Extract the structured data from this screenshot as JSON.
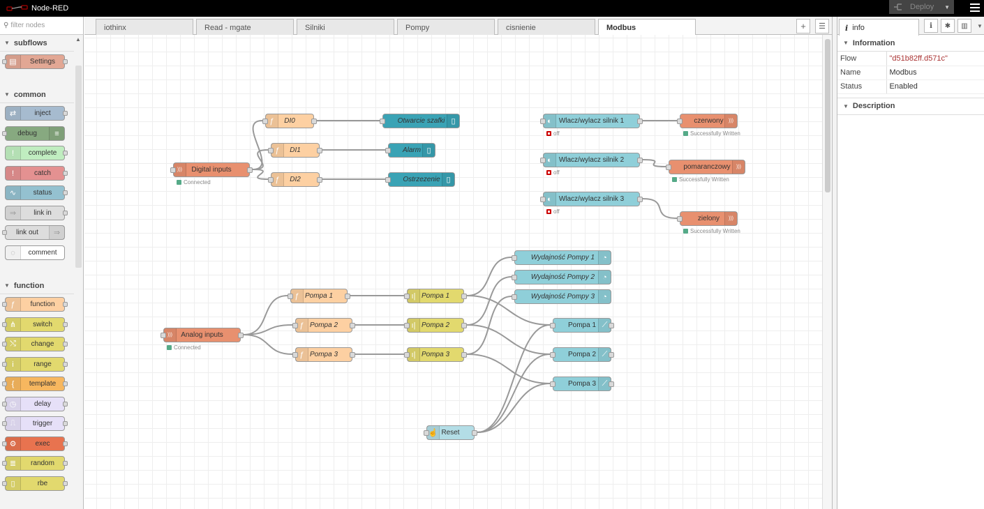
{
  "header": {
    "app_title": "Node-RED",
    "deploy_label": "Deploy"
  },
  "palette": {
    "filter_placeholder": "filter nodes",
    "categories": [
      {
        "name": "subflows",
        "nodes": [
          {
            "label": "Settings",
            "color": "#e2a794",
            "icon": "subflow-icon"
          }
        ]
      },
      {
        "name": "common",
        "nodes": [
          {
            "label": "inject",
            "color": "#a6bbcf",
            "icon": "inject-icon"
          },
          {
            "label": "debug",
            "color": "#87a980",
            "icon": "debug-icon"
          },
          {
            "label": "complete",
            "color": "#c0edc0",
            "icon": "complete-icon"
          },
          {
            "label": "catch",
            "color": "#e49191",
            "icon": "catch-icon"
          },
          {
            "label": "status",
            "color": "#94c1d0",
            "icon": "status-icon"
          },
          {
            "label": "link in",
            "color": "#dddddd",
            "icon": "link-in-icon"
          },
          {
            "label": "link out",
            "color": "#dddddd",
            "icon": "link-out-icon"
          },
          {
            "label": "comment",
            "color": "#ffffff",
            "icon": "comment-icon"
          }
        ]
      },
      {
        "name": "function",
        "nodes": [
          {
            "label": "function",
            "color": "#fdd0a2",
            "icon": "function-icon"
          },
          {
            "label": "switch",
            "color": "#e2d96e",
            "icon": "switch-icon"
          },
          {
            "label": "change",
            "color": "#e2d96e",
            "icon": "change-icon"
          },
          {
            "label": "range",
            "color": "#e2d96e",
            "icon": "range-icon"
          },
          {
            "label": "template",
            "color": "#f7b75f",
            "icon": "template-icon"
          },
          {
            "label": "delay",
            "color": "#e6e0f8",
            "icon": "delay-icon"
          },
          {
            "label": "trigger",
            "color": "#e6e0f8",
            "icon": "trigger-icon"
          },
          {
            "label": "exec",
            "color": "#e8734f",
            "icon": "exec-icon"
          },
          {
            "label": "random",
            "color": "#e2d96e",
            "icon": "random-icon"
          },
          {
            "label": "rbe",
            "color": "#e2d96e",
            "icon": "rbe-icon"
          }
        ]
      }
    ]
  },
  "tabs": [
    {
      "label": "iothinx",
      "active": false
    },
    {
      "label": "Read - mgate",
      "active": false
    },
    {
      "label": "Silniki",
      "active": false
    },
    {
      "label": "Pompy",
      "active": false
    },
    {
      "label": "cisnienie",
      "active": false
    },
    {
      "label": "Modbus",
      "active": true
    }
  ],
  "flow": {
    "nodes": {
      "digital_inputs": {
        "label": "Digital inputs",
        "status": "Connected"
      },
      "di0": {
        "label": "DI0"
      },
      "di1": {
        "label": "DI1"
      },
      "di2": {
        "label": "DI2"
      },
      "otwarcie": {
        "label": "Otwarcie szafki"
      },
      "alarm": {
        "label": "Alarm"
      },
      "ostrzezenie": {
        "label": "Ostrzezenie"
      },
      "sw1": {
        "label": "Wlacz/wylacz silnik 1",
        "status": "off"
      },
      "sw2": {
        "label": "Wlacz/wylacz silnik 2",
        "status": "off"
      },
      "sw3": {
        "label": "Wlacz/wylacz silnik 3",
        "status": "off"
      },
      "czerwony": {
        "label": "czerwony",
        "status": "Successfully Written"
      },
      "pomaranczowy": {
        "label": "pomaranczowy",
        "status": "Successfully Written"
      },
      "zielony": {
        "label": "zielony",
        "status": "Successfully Written"
      },
      "analog_inputs": {
        "label": "Analog inputs",
        "status": "Connected"
      },
      "fp1": {
        "label": "Pompa 1"
      },
      "fp2": {
        "label": "Pompa 2"
      },
      "fp3": {
        "label": "Pompa 3"
      },
      "rp1": {
        "label": "Pompa 1"
      },
      "rp2": {
        "label": "Pompa 2"
      },
      "rp3": {
        "label": "Pompa 3"
      },
      "wp1": {
        "label": "Wydajność Pompy 1"
      },
      "wp2": {
        "label": "Wydajność Pompy 2"
      },
      "wp3": {
        "label": "Wydajność Pompy 3"
      },
      "cp1": {
        "label": "Pompa 1"
      },
      "cp2": {
        "label": "Pompa 2"
      },
      "cp3": {
        "label": "Pompa 3"
      },
      "reset": {
        "label": "Reset"
      }
    }
  },
  "sidebar": {
    "tab_label": "info",
    "information_title": "Information",
    "props": [
      {
        "key": "Flow",
        "value": "\"d51b82ff.d571c\""
      },
      {
        "key": "Name",
        "value": "Modbus"
      },
      {
        "key": "Status",
        "value": "Enabled"
      }
    ],
    "description_title": "Description"
  }
}
